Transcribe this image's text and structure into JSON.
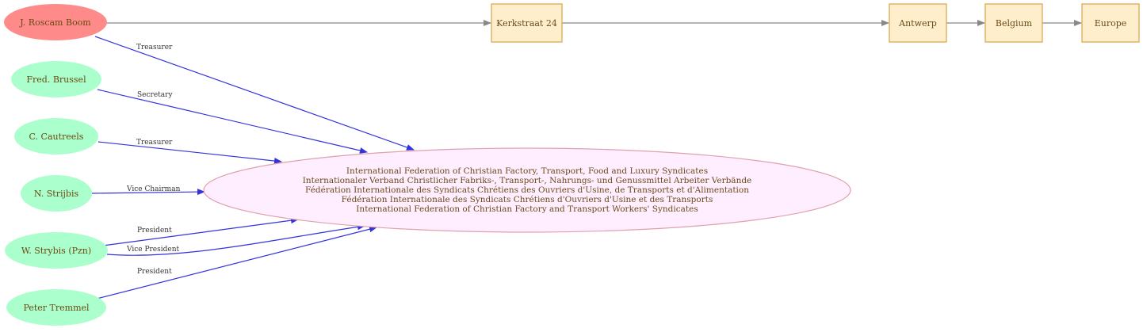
{
  "colors": {
    "person_highlight_fill": "#ff8a8a",
    "person_fill": "#aaffcc",
    "place_fill": "#ffeecc",
    "place_stroke": "#d6a54a",
    "org_fill": "#ffeeff",
    "org_stroke": "#e0a0a8",
    "role_edge": "#3333dd",
    "location_edge": "#888888",
    "text": "#6b4a16"
  },
  "people": [
    {
      "id": "roscam",
      "name": "J. Roscam Boom",
      "highlight": true
    },
    {
      "id": "brussel",
      "name": "Fred. Brussel",
      "highlight": false
    },
    {
      "id": "cautreels",
      "name": "C. Cautreels",
      "highlight": false
    },
    {
      "id": "strijbis",
      "name": "N. Strijbis",
      "highlight": false
    },
    {
      "id": "strybis",
      "name": "W. Strybis (Pzn)",
      "highlight": false
    },
    {
      "id": "tremmel",
      "name": "Peter Tremmel",
      "highlight": false
    }
  ],
  "organization": {
    "names": [
      "International Federation of Christian Factory, Transport, Food and Luxury Syndicates",
      "Internationaler Verband Christlicher Fabriks-, Transport-, Nahrungs- und Genussmittel Arbeiter Verbände",
      "Fédération Internationale des Syndicats Chrétiens des Ouvriers d'Usine, de Transports et d'Alimentation",
      "Fédération Internationale des Syndicats Chrétiens d'Ouvriers d'Usine et des Transports",
      "International Federation of Christian Factory and Transport Workers' Syndicates"
    ]
  },
  "places": [
    {
      "id": "kerkstraat",
      "name": "Kerkstraat 24"
    },
    {
      "id": "antwerp",
      "name": "Antwerp"
    },
    {
      "id": "belgium",
      "name": "Belgium"
    },
    {
      "id": "europe",
      "name": "Europe"
    }
  ],
  "role_edges": [
    {
      "from": "roscam",
      "role": "Treasurer"
    },
    {
      "from": "brussel",
      "role": "Secretary"
    },
    {
      "from": "cautreels",
      "role": "Treasurer"
    },
    {
      "from": "strijbis",
      "role": "Vice Chairman"
    },
    {
      "from": "strybis",
      "role": "President"
    },
    {
      "from": "strybis",
      "role": "Vice President"
    },
    {
      "from": "tremmel",
      "role": "President"
    }
  ],
  "location_edges": [
    {
      "from": "roscam",
      "to": "kerkstraat"
    },
    {
      "from": "kerkstraat",
      "to": "antwerp"
    },
    {
      "from": "antwerp",
      "to": "belgium"
    },
    {
      "from": "belgium",
      "to": "europe"
    }
  ]
}
